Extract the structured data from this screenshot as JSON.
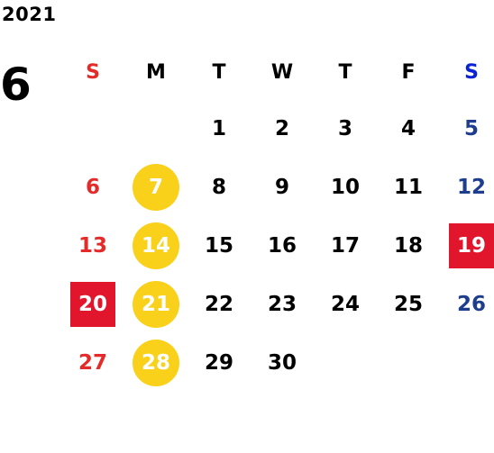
{
  "year": "2021",
  "month": "6",
  "weekdays": [
    "S",
    "M",
    "T",
    "W",
    "T",
    "F",
    "S"
  ],
  "colors": {
    "sunday_text": "#e52a2a",
    "saturday_text": "#1e3d8f",
    "sunday_header": "#e52a2a",
    "saturday_header": "#0a22d6",
    "highlight_circle": "#f9d11a",
    "holiday_box": "#e1162c"
  },
  "weeks": [
    [
      {
        "day": ""
      },
      {
        "day": ""
      },
      {
        "day": "1"
      },
      {
        "day": "2"
      },
      {
        "day": "3"
      },
      {
        "day": "4"
      },
      {
        "day": "5"
      }
    ],
    [
      {
        "day": "6"
      },
      {
        "day": "7",
        "mark": "circle"
      },
      {
        "day": "8"
      },
      {
        "day": "9"
      },
      {
        "day": "10"
      },
      {
        "day": "11"
      },
      {
        "day": "12"
      }
    ],
    [
      {
        "day": "13"
      },
      {
        "day": "14",
        "mark": "circle"
      },
      {
        "day": "15"
      },
      {
        "day": "16"
      },
      {
        "day": "17"
      },
      {
        "day": "18"
      },
      {
        "day": "19",
        "mark": "holiday"
      }
    ],
    [
      {
        "day": "20",
        "mark": "holiday"
      },
      {
        "day": "21",
        "mark": "circle"
      },
      {
        "day": "22"
      },
      {
        "day": "23"
      },
      {
        "day": "24"
      },
      {
        "day": "25"
      },
      {
        "day": "26"
      }
    ],
    [
      {
        "day": "27"
      },
      {
        "day": "28",
        "mark": "circle"
      },
      {
        "day": "29"
      },
      {
        "day": "30"
      },
      {
        "day": ""
      },
      {
        "day": ""
      },
      {
        "day": ""
      }
    ]
  ]
}
